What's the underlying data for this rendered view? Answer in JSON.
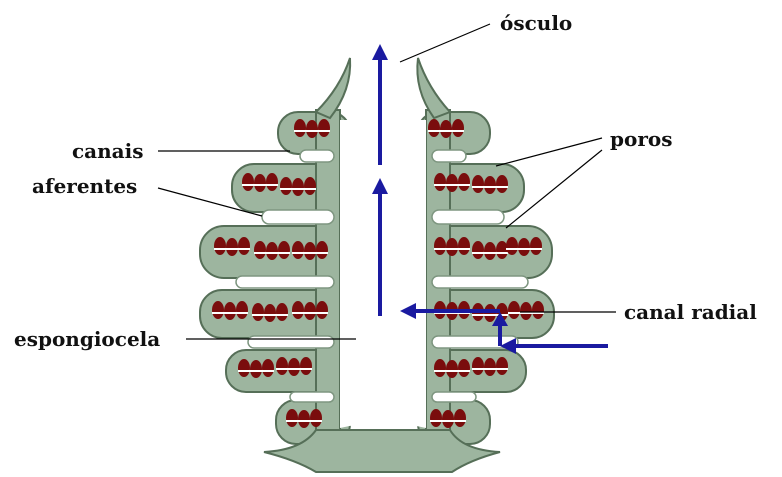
{
  "labels": {
    "osculo": "ósculo",
    "canais": "canais",
    "aferentes": "aferentes",
    "poros": "poros",
    "canal_radial": "canal radial",
    "espongiocela": "espongiocela"
  },
  "colors": {
    "tissue": "#9db59f",
    "tissue_outline": "#566f58",
    "choanocytes": "#7a0d0d",
    "flow_arrows": "#1a1aa0",
    "canals": "#ffffff"
  }
}
